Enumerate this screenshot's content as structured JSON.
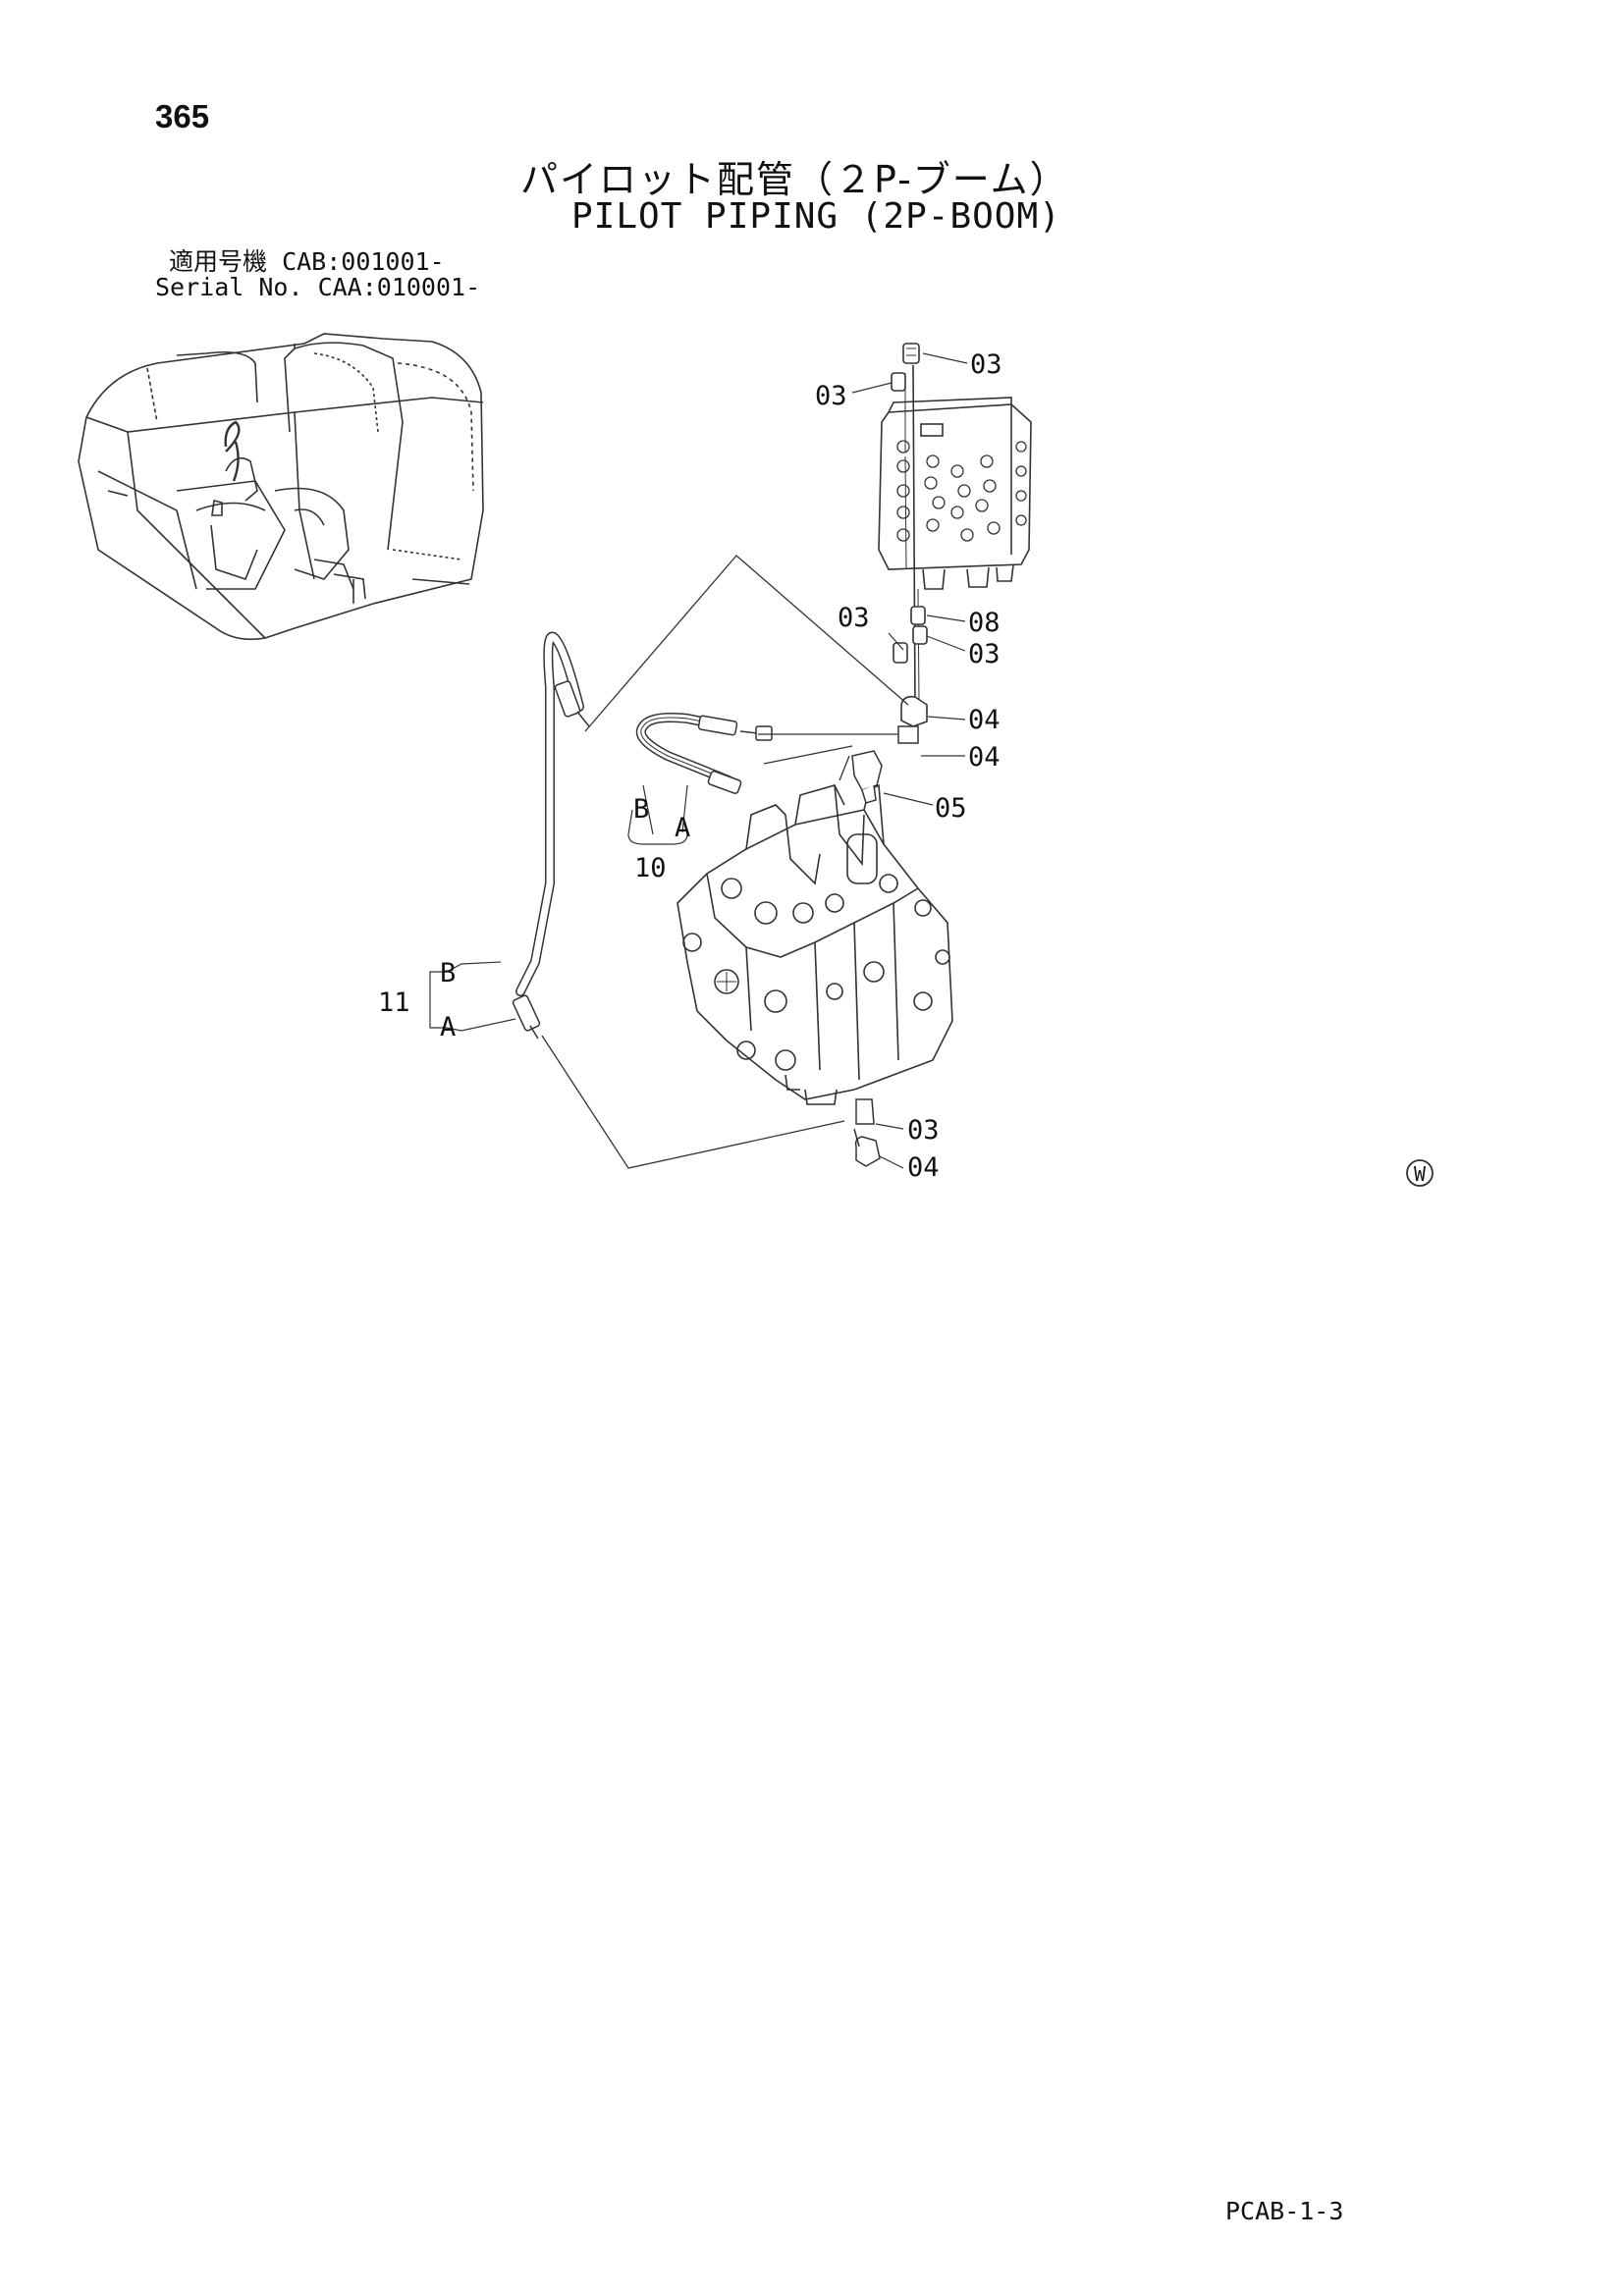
{
  "page": {
    "number": "365",
    "title_ja": "パイロット配管（２P-ブーム）",
    "title_en": "PILOT PIPING (2P-BOOM)",
    "applicability": [
      {
        "label": "適用号機",
        "value": "CAB:001001-"
      },
      {
        "label": "Serial No.",
        "value": "CAA:010001-"
      }
    ],
    "doc_code": "PCAB-1-3",
    "mark": "W"
  },
  "callouts": {
    "c1": "03",
    "c2": "03",
    "c3": "03",
    "c4": "08",
    "c5": "03",
    "c6": "04",
    "c7": "04",
    "c8": "05",
    "c9": "03",
    "c10": "04",
    "hose10": "10",
    "hose10_b": "B",
    "hose10_a": "A",
    "hose11": "11",
    "hose11_b": "B",
    "hose11_a": "A"
  }
}
